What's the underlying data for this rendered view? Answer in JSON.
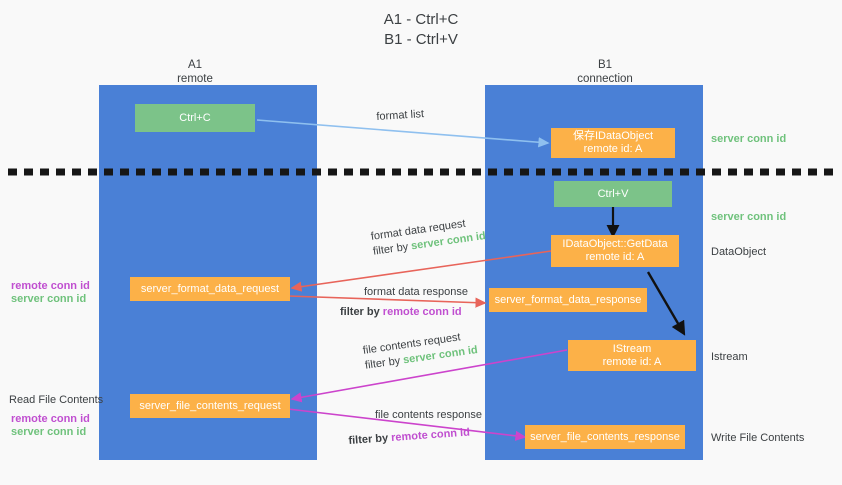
{
  "title": {
    "line1": "A1 - Ctrl+C",
    "line2": "B1 - Ctrl+V"
  },
  "colors": {
    "lane": "#4a80d6",
    "green_box": "#7cc389",
    "orange_box": "#fcb148",
    "server_conn_id": "#6fc27c",
    "remote_conn_id": "#c04fd0",
    "arrow_format_list": "#8fc0ef",
    "arrow_format_data": "#e8645a",
    "arrow_file_contents": "#cc44cc",
    "arrow_internal": "#000000",
    "background": "#f9f9f9"
  },
  "columns": [
    {
      "name": "A1",
      "sub": "remote"
    },
    {
      "name": "B1",
      "sub": "connection"
    }
  ],
  "boxes": {
    "ctrl_c": {
      "label": "Ctrl+C",
      "kind": "green"
    },
    "save_idataobject": {
      "line1": "保存IDataObject",
      "line2": "remote id: A",
      "kind": "orange"
    },
    "ctrl_v": {
      "label": "Ctrl+V",
      "kind": "green"
    },
    "getdata": {
      "line1": "IDataObject::GetData",
      "line2": "remote id: A",
      "kind": "orange"
    },
    "server_format_data_request": {
      "label": "server_format_data_request",
      "kind": "orange"
    },
    "server_format_data_response": {
      "label": "server_format_data_response",
      "kind": "orange"
    },
    "istream": {
      "line1": "IStream",
      "line2": "remote id: A",
      "kind": "orange"
    },
    "server_file_contents_request": {
      "label": "server_file_contents_request",
      "kind": "orange"
    },
    "server_file_contents_response": {
      "label": "server_file_contents_response",
      "kind": "orange"
    }
  },
  "edge_labels": {
    "format_list": "format list",
    "format_data_request": "format data request",
    "format_data_request_filter_prefix": "filter by ",
    "format_data_request_filter_value": "server conn id",
    "format_data_response": "format data response",
    "format_data_response_filter_prefix": "filter by ",
    "format_data_response_filter_value": "remote conn id",
    "file_contents_request": "file contents request",
    "file_contents_request_filter_prefix": "filter by ",
    "file_contents_request_filter_value": "server conn id",
    "file_contents_response": "file contents response",
    "file_contents_response_filter_prefix": "filter by ",
    "file_contents_response_filter_value": "remote conn id"
  },
  "right_notes": {
    "server_conn_id_1": "server conn id",
    "server_conn_id_2": "server conn id",
    "dataobject": "DataObject",
    "istream": "Istream",
    "write_file_contents": "Write File Contents"
  },
  "left_notes": {
    "remote_conn_id_1": "remote conn id",
    "server_conn_id_1": "server conn id",
    "read_file_contents": "Read File Contents",
    "remote_conn_id_2": "remote conn id",
    "server_conn_id_2": "server conn id"
  }
}
